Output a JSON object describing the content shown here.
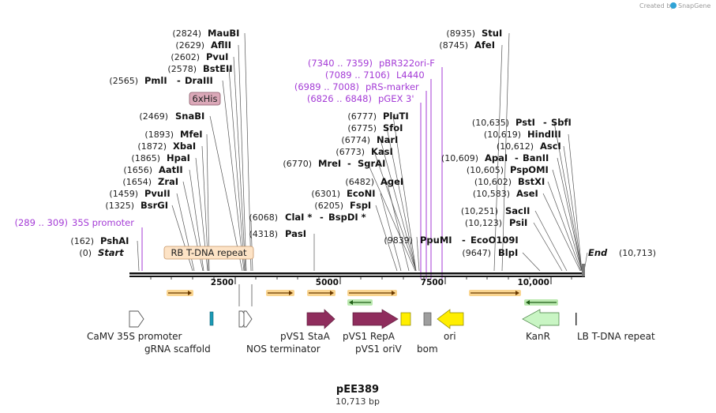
{
  "credit": {
    "text": "Created by",
    "brand": "SnapGene"
  },
  "plasmid": {
    "name": "pEE389",
    "length_label": "10,713 bp",
    "length_bp": 10713
  },
  "ruler": {
    "ticks": [
      "2500",
      "5000",
      "7500",
      "10,000"
    ]
  },
  "ends": {
    "start": {
      "pos": "(0)",
      "name": "Start"
    },
    "end": {
      "pos": "(10,713)",
      "name": "End"
    }
  },
  "sites_left": [
    {
      "pos": "(2824)",
      "name": "MauBI"
    },
    {
      "pos": "(2629)",
      "name": "AflII"
    },
    {
      "pos": "(2602)",
      "name": "PvuI"
    },
    {
      "pos": "(2578)",
      "name": "BstEII"
    },
    {
      "pos": "(2565)",
      "name": "PmlI",
      "sep": "-",
      "name2": "DraIII"
    },
    {
      "pos": "(2469)",
      "name": "SnaBI"
    },
    {
      "pos": "(1893)",
      "name": "MfeI"
    },
    {
      "pos": "(1872)",
      "name": "XbaI"
    },
    {
      "pos": "(1865)",
      "name": "HpaI"
    },
    {
      "pos": "(1656)",
      "name": "AatII"
    },
    {
      "pos": "(1654)",
      "name": "ZraI"
    },
    {
      "pos": "(1459)",
      "name": "PvuII"
    },
    {
      "pos": "(1325)",
      "name": "BsrGI"
    },
    {
      "pos": "(162)",
      "name": "PshAI"
    }
  ],
  "sites_middle": [
    {
      "pos": "(6068)",
      "name": "ClaI *",
      "sep": "-",
      "name2": "BspDI *"
    },
    {
      "pos": "(4318)",
      "name": "PasI"
    },
    {
      "pos": "(6777)",
      "name": "PluTI"
    },
    {
      "pos": "(6775)",
      "name": "SfoI"
    },
    {
      "pos": "(6774)",
      "name": "NarI"
    },
    {
      "pos": "(6773)",
      "name": "KasI"
    },
    {
      "pos": "(6770)",
      "name": "MreI",
      "sep": "-",
      "name2": "SgrAI"
    },
    {
      "pos": "(6482)",
      "name": "AgeI"
    },
    {
      "pos": "(6301)",
      "name": "EcoNI"
    },
    {
      "pos": "(6205)",
      "name": "FspI"
    },
    {
      "pos": "(9839)",
      "name": "PpuMI",
      "sep": "-",
      "name2": "EcoO109I"
    }
  ],
  "sites_right": [
    {
      "pos": "(8935)",
      "name": "StuI"
    },
    {
      "pos": "(8745)",
      "name": "AfeI"
    },
    {
      "pos": "(10,635)",
      "name": "PstI",
      "sep": "-",
      "name2": "SbfI"
    },
    {
      "pos": "(10,619)",
      "name": "HindIII"
    },
    {
      "pos": "(10,612)",
      "name": "AscI"
    },
    {
      "pos": "(10,609)",
      "name": "ApaI",
      "sep": "-",
      "name2": "BanII"
    },
    {
      "pos": "(10,605)",
      "name": "PspOMI"
    },
    {
      "pos": "(10,602)",
      "name": "BstXI"
    },
    {
      "pos": "(10,583)",
      "name": "AseI"
    },
    {
      "pos": "(10,251)",
      "name": "SacII"
    },
    {
      "pos": "(10,123)",
      "name": "PsiI"
    },
    {
      "pos": "(9647)",
      "name": "BlpI"
    }
  ],
  "primers": [
    {
      "range": "(7340 .. 7359)",
      "name": "pBR322ori-F"
    },
    {
      "range": "(7089 .. 7106)",
      "name": "L4440"
    },
    {
      "range": "(6989 .. 7008)",
      "name": "pRS-marker"
    },
    {
      "range": "(6826 .. 6848)",
      "name": "pGEX 3'"
    },
    {
      "range": "(289 .. 309)",
      "name": "35S promoter"
    }
  ],
  "boxed_features": {
    "his_tag": "6xHis",
    "rb_repeat": "RB T-DNA repeat"
  },
  "features": [
    {
      "name": "CaMV 35S promoter"
    },
    {
      "name": "gRNA scaffold"
    },
    {
      "name": "NOS terminator"
    },
    {
      "name": "pVS1 StaA"
    },
    {
      "name": "pVS1 RepA"
    },
    {
      "name": "pVS1 oriV"
    },
    {
      "name": "bom"
    },
    {
      "name": "ori"
    },
    {
      "name": "KanR"
    },
    {
      "name": "LB T-DNA repeat"
    }
  ],
  "colors": {
    "primer": "#a43bd6",
    "orf_fill": "#f7b946",
    "orf_arrow": "#e07b22",
    "orf_green": "#3ca33a",
    "staa": "#8f2d5d",
    "oriv": "#ffee00",
    "ori": "#ffee00",
    "bom": "#9e9e9e",
    "kanr": "#c9f5c4",
    "promoter": "#ffffff",
    "his_box": "#dba8b8",
    "rb_box": "#fde3c6"
  }
}
